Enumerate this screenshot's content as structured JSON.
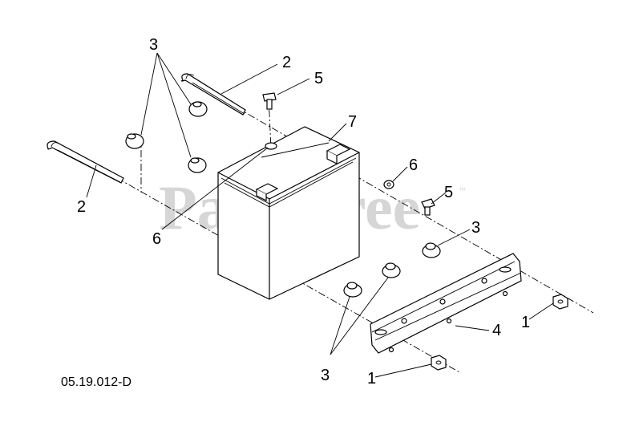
{
  "callouts": {
    "c3_top": "3",
    "c2_top": "2",
    "c5_top": "5",
    "c7": "7",
    "c6_right": "6",
    "c5_right": "5",
    "c3_right": "3",
    "c2_left": "2",
    "c6_left": "6",
    "c1_right": "1",
    "c4": "4",
    "c3_bottom": "3",
    "c1_bottom": "1"
  },
  "drawing_code": "05.19.012-D",
  "watermark": {
    "text": "PartsTree",
    "tm": "™"
  }
}
